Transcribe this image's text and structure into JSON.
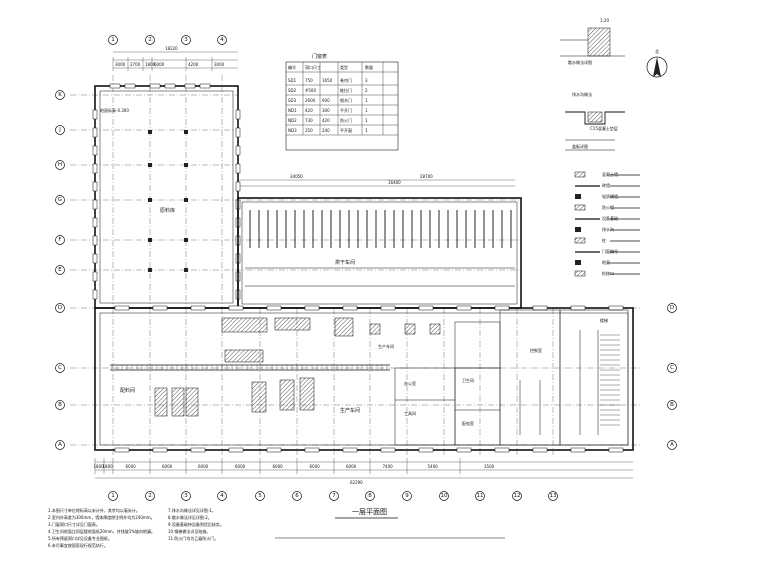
{
  "drawing": {
    "title": "一层平面图",
    "north_label": "北",
    "overall_width_dim": "62290",
    "left_top_dim": "18220",
    "mid_dim_1": "34050",
    "mid_dim_2": "28700",
    "mid_dim_3": "16400",
    "bottom_segments": [
      "1800",
      "1800",
      "6000",
      "6000",
      "6000",
      "6000",
      "6000",
      "6000",
      "6000",
      "7400",
      "5400",
      "3500"
    ],
    "top_segments": [
      "3000",
      "2700",
      "1800",
      "6000",
      "4200",
      "3000"
    ],
    "col_axes_bottom": [
      "1",
      "2",
      "3",
      "4",
      "5",
      "6",
      "7",
      "8",
      "9",
      "10",
      "11",
      "12",
      "13"
    ],
    "col_axes_top": [
      "1",
      "2",
      "3",
      "4"
    ],
    "row_axes_left": [
      "K",
      "J",
      "H",
      "G",
      "F",
      "E",
      "D",
      "C",
      "B",
      "A"
    ],
    "row_axes_right": [
      "D",
      "C",
      "B",
      "A"
    ]
  },
  "rooms": {
    "raw_storage": "原料库",
    "mixing_room": "配料间",
    "drying_room": "烘干车间",
    "production_hall": "生产车间",
    "office": "办公室",
    "toilet": "卫生间",
    "control_room": "控制室",
    "tool_room": "工具间",
    "electric_room": "配电室",
    "stair": "楼梯",
    "elevation_label": "地面标高-0.300"
  },
  "schedule": {
    "title": "门窗表",
    "headers": [
      "编号",
      "洞口尺寸",
      "",
      "类型",
      "数量"
    ],
    "rows": [
      [
        "SD1",
        "750",
        "1650",
        "卷帘门",
        "3"
      ],
      [
        "SD2",
        "#500",
        "",
        "推拉门",
        "2"
      ],
      [
        "SD3",
        "2600",
        "600",
        "钢木门",
        "1"
      ],
      [
        "ND1",
        "420",
        "300",
        "平开门",
        "1"
      ],
      [
        "ND2",
        "730",
        "420",
        "防火门",
        "1"
      ],
      [
        "ND3",
        "350",
        "240",
        "平开窗",
        "1"
      ]
    ]
  },
  "details": {
    "detail1": "散水做法详图",
    "detail1_note": "1:20",
    "detail2": "排水沟做法",
    "detail2_note": "C15混凝土垫层",
    "detail3": "盖板详图"
  },
  "legend": {
    "items": [
      "混凝土墙",
      "砖墙",
      "轻质隔墙",
      "防火墙",
      "设备基础",
      "排水沟",
      "柱",
      "门窗编号",
      "地漏",
      "检修口"
    ]
  },
  "notes": {
    "col1": [
      "1.本图尺寸单位除标高以米计外，其余均以毫米计。",
      "2.室内外高差为300mm，墙体厚度除注明外均为240mm。",
      "3.门窗洞口尺寸详见门窗表。",
      "4.卫生间地面比同层楼地面低20mm，并找坡1%坡向地漏。",
      "5.所有预留洞口详见设备专业图纸。",
      "6.未尽事宜按国家现行规范执行。"
    ],
    "col2": [
      "7.排水沟做法详见详图-1。",
      "8.散水做法详见详图-2。",
      "9.设备基础待设备到货后核实。",
      "10.钢梯做法详见结施。",
      "11.防火门均为乙级防火门。"
    ]
  }
}
